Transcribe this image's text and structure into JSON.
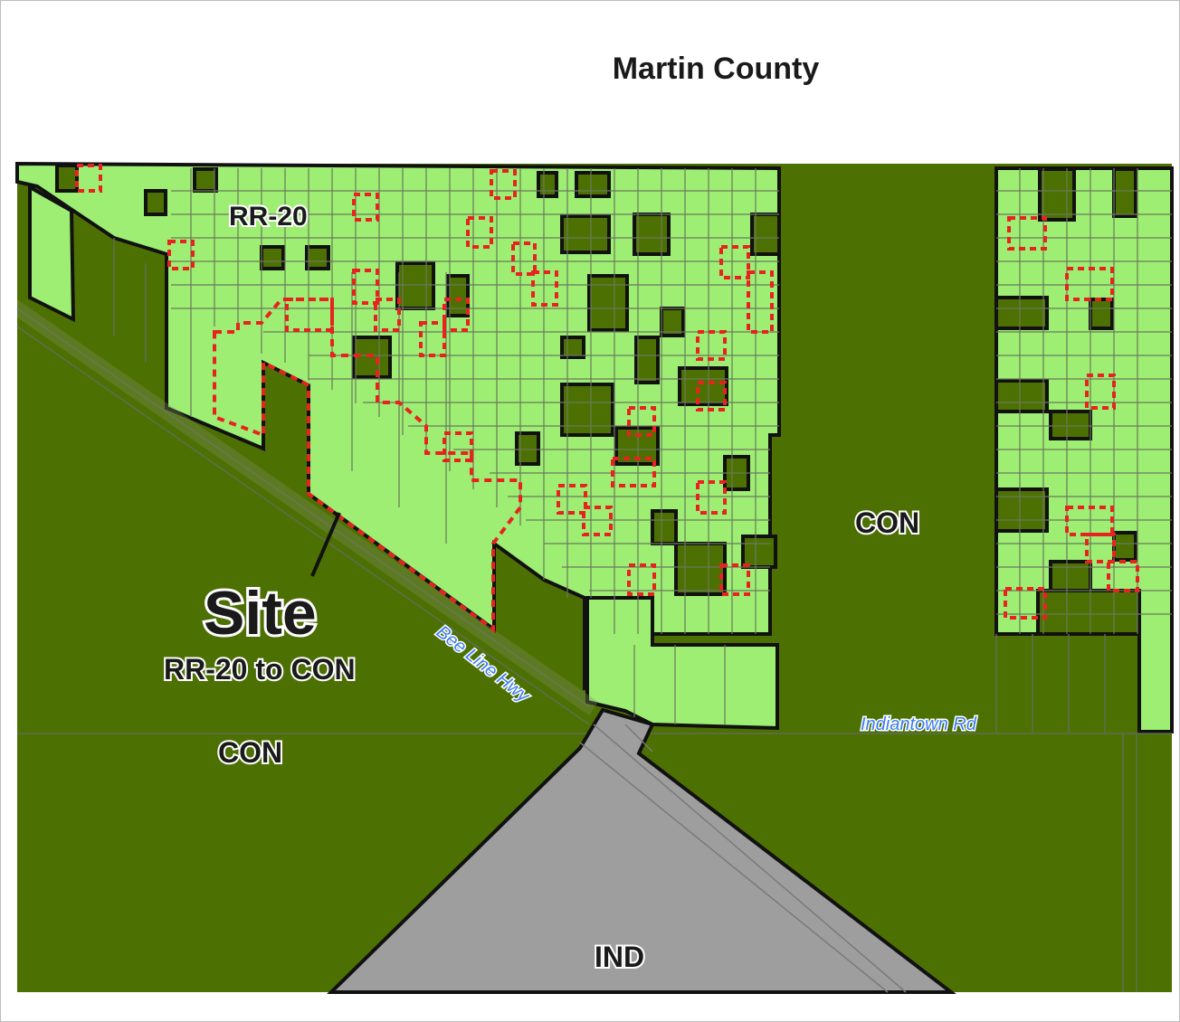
{
  "title": "Martin County",
  "colors": {
    "con": "#4d7003",
    "rr20": "#9eee74",
    "ind": "#9e9e9e",
    "parcel_line": "#6a7a5a",
    "zone_border": "#111111",
    "site_outline": "#e8231f",
    "road_label": "#3b7df0"
  },
  "zones": {
    "rr20_label": "RR-20",
    "con_label_east": "CON",
    "con_label_southwest": "CON",
    "ind_label": "IND"
  },
  "site": {
    "title": "Site",
    "subtitle": "RR-20 to CON"
  },
  "roads": {
    "bee_line": "Bee Line Hwy",
    "indiantown": "Indiantown Rd"
  }
}
